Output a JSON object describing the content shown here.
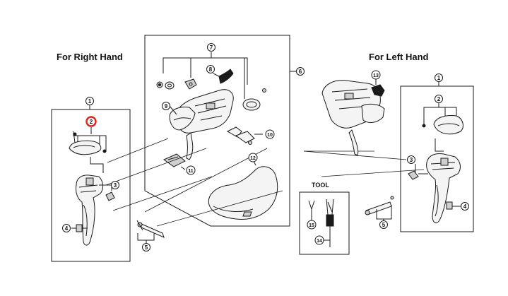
{
  "headings": {
    "right_hand": "For Right Hand",
    "left_hand": "For Left Hand",
    "tool": "TOOL"
  },
  "callouts": [
    "1",
    "2",
    "3",
    "4",
    "5",
    "6",
    "7",
    "8",
    "9",
    "10",
    "11",
    "12",
    "13",
    "14",
    "15"
  ],
  "colors": {
    "line": "#1a1a1a",
    "highlight": "#e0201c",
    "part_fill": "#f4f4f4",
    "part_shade": "#cfcfcf"
  }
}
